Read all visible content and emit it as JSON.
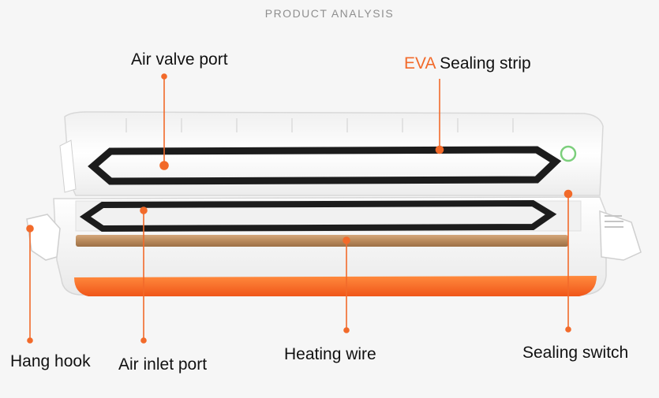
{
  "header": {
    "title": "PRODUCT ANALYSIS"
  },
  "colors": {
    "background": "#f6f6f6",
    "accent_orange": "#f26a2a",
    "device_white": "#ffffff",
    "gasket_black": "#1c1c1c",
    "heating_strip": "#b98a5c"
  },
  "callouts": {
    "air_valve_port": "Air valve port",
    "eva_prefix": "EVA",
    "sealing_strip": " Sealing strip",
    "hang_hook": "Hang hook",
    "air_inlet_port": "Air inlet port",
    "heating_wire": "Heating wire",
    "sealing_switch": "Sealing switch"
  }
}
